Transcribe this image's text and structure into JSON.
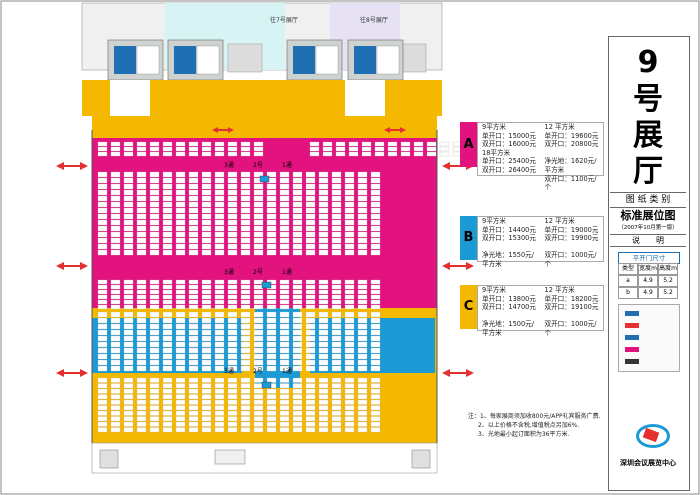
{
  "hall": {
    "number": "9",
    "name_chars": [
      "号",
      "展",
      "厅"
    ],
    "category_label": "图 纸 类 别",
    "doc_title": "标准展位图",
    "doc_version": "（2007年10月第一版）",
    "doc_note": "说　　明",
    "door_title": "平开门尺寸",
    "door_table": [
      [
        "类型",
        "宽度m",
        "高度m"
      ],
      [
        "a",
        "4.9",
        "5.2"
      ],
      [
        "b",
        "4.9",
        "5.2"
      ]
    ],
    "org_name": "深圳会议展览中心"
  },
  "labels": {
    "hall7": "往7号展厅",
    "hall8": "往8号展厅",
    "aisle": [
      "3通",
      "2号",
      "1通"
    ]
  },
  "zones": [
    {
      "tag": "A",
      "color": "#e2127f",
      "left": [
        "9平方米",
        "单开口：15000元",
        "双开口：16000元",
        "18平方米",
        "单开口：25400元",
        "双开口：26400元"
      ],
      "right": [
        "12 平方米",
        "单开口：19600元",
        "双开口：20800元",
        "",
        "净光地：1620元/平方米",
        "双开口：1100元/个"
      ]
    },
    {
      "tag": "B",
      "color": "#1b9ad6",
      "left": [
        "9平方米",
        "单开口：14400元",
        "双开口：15300元",
        "",
        "净光地：1550元/平方米"
      ],
      "right": [
        "12 平方米",
        "单开口：19000元",
        "双开口：19900元",
        "",
        "双开口：1000元/个"
      ]
    },
    {
      "tag": "C",
      "color": "#f5b800",
      "left": [
        "9平方米",
        "单开口：13800元",
        "双开口：14700元",
        "",
        "净光地：1500元/平方米"
      ],
      "right": [
        "12 平方米",
        "单开口：18200元",
        "双开口：19100元",
        "",
        "双开口：1000元/个"
      ]
    }
  ],
  "notes": [
    "注：1、每家展商须加收800元/APP礼宾服务广费.",
    "2、以上价格不含税,增值税点另加6%.",
    "3、光地最小起订面积为36平方米."
  ],
  "colors": {
    "magenta": "#e2127f",
    "blue": "#1b9ad6",
    "yellow": "#f5b800",
    "arrow": "#e53030"
  }
}
